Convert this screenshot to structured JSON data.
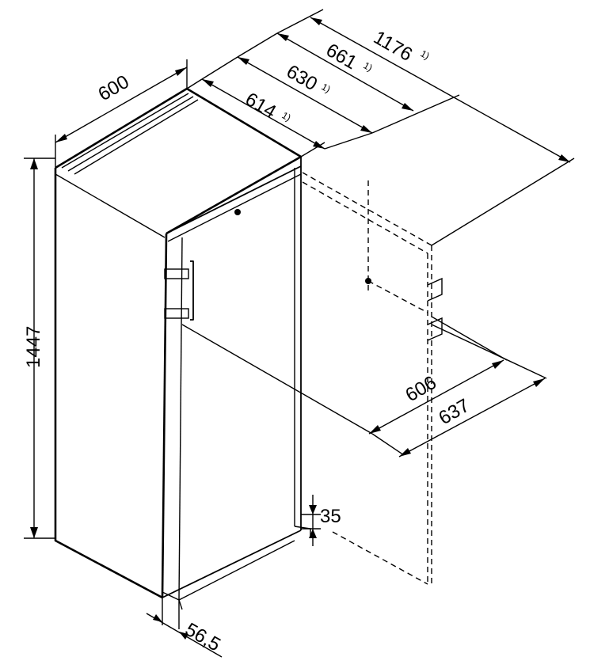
{
  "dimensions": {
    "width": "600",
    "height": "1447",
    "depth_614": "614",
    "depth_630": "630",
    "depth_661": "661",
    "depth_1176": "1176",
    "door_open_606": "606",
    "door_open_637": "637",
    "hinge_offset": "35",
    "door_thickness": "56,5",
    "footnote_mark": "1)"
  }
}
